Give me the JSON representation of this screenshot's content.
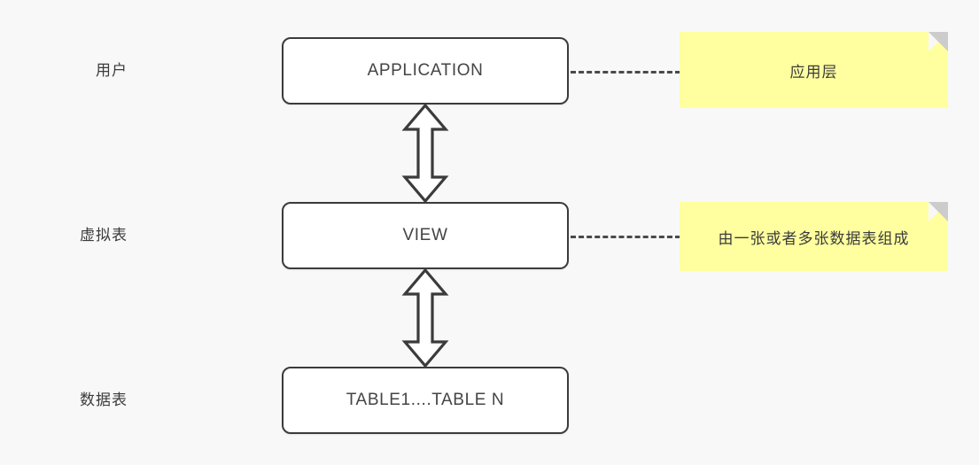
{
  "diagram": {
    "title": "",
    "background_color": "#f8f8f9",
    "box_border_color": "#3b3b3b",
    "box_fill_color": "#ffffff",
    "note_fill_color": "#ffffa0",
    "note_fold_color": "#cccccc",
    "connector_color": "#4a4a4a",
    "text_color": "#3b3b3b",
    "row_labels": [
      {
        "text": "用户"
      },
      {
        "text": "虚拟表"
      },
      {
        "text": "数据表"
      }
    ],
    "boxes": [
      {
        "label": "APPLICATION"
      },
      {
        "label": "VIEW"
      },
      {
        "label": "TABLE1....TABLE N"
      }
    ],
    "arrows": [
      {
        "kind": "double-headed-vertical",
        "from": "APPLICATION",
        "to": "VIEW"
      },
      {
        "kind": "double-headed-vertical",
        "from": "VIEW",
        "to": "TABLE1....TABLE N"
      }
    ],
    "connectors": [
      {
        "style": "dashed",
        "from": "APPLICATION",
        "to": "应用层"
      },
      {
        "style": "dashed",
        "from": "VIEW",
        "to": "由一张或者多张数据表组成"
      }
    ],
    "notes": [
      {
        "text": "应用层"
      },
      {
        "text": "由一张或者多张数据表组成"
      }
    ]
  }
}
